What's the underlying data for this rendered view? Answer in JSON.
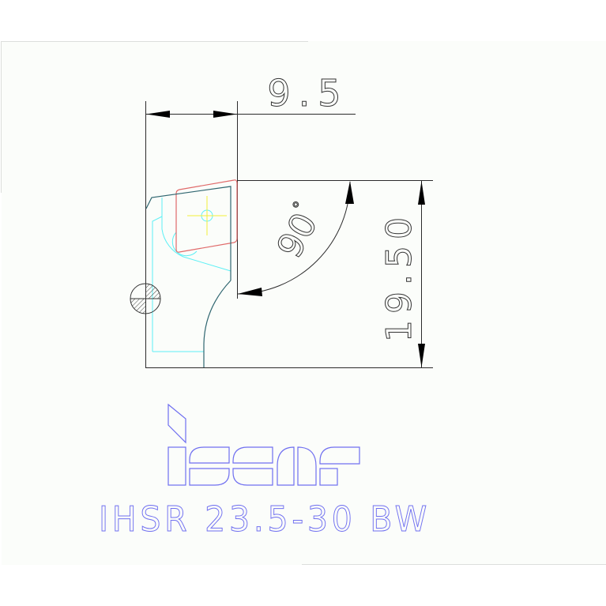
{
  "drawing": {
    "dimensions": {
      "width_label": "9.5",
      "height_label": "19.50",
      "angle_label": "90",
      "angle_unit": "°"
    },
    "model_designation": "IHSR 23.5-30 BW",
    "brand": "iscar"
  },
  "colors": {
    "background": "#fbfdfa",
    "outline": "#2b2b2b",
    "profile": "#2f6670",
    "insert_outline": "#e06a6a",
    "hidden_lines": "#5ef0f5",
    "center_mark": "#f2ee3a",
    "logo": "#6f6ff0",
    "text": "#6f6ff0"
  }
}
